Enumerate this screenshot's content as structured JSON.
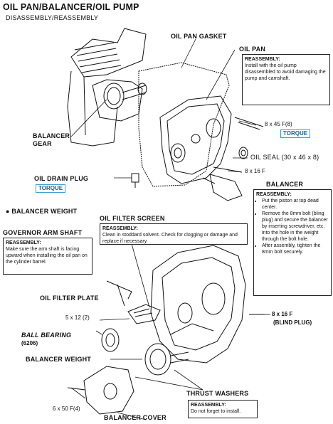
{
  "header": {
    "title": "OIL PAN/BALANCER/OIL PUMP",
    "subtitle": "DISASSEMBLY/REASSEMBLY"
  },
  "labels": {
    "oil_pan_gasket": "OIL PAN GASKET",
    "oil_pan": "OIL PAN",
    "balancer_gear": "BALANCER\nGEAR",
    "bolt_8x45": "8 x 45 F(8)",
    "torque_1": "TORQUE",
    "oil_seal": "OIL SEAL  (30 x 46 x 8)",
    "bolt_8x16": "8 x 16 F",
    "oil_drain_plug": "OIL DRAIN PLUG",
    "torque_2": "TORQUE",
    "balancer": "BALANCER",
    "balancer_weight_bullet": "● BALANCER WEIGHT",
    "oil_filter_screen": "OIL FILTER SCREEN",
    "governor_arm_shaft": "GOVERNOR ARM SHAFT",
    "oil_filter_plate": "OIL FILTER PLATE",
    "bolt_5x12": "5 x 12 (2)",
    "bolt_8x16_blind": "8 x 16 F",
    "blind_plug": "(BLIND PLUG)",
    "ball_bearing": "BALL BEARING",
    "ball_bearing_no": "(6206)",
    "balancer_weight": "BALANCER WEIGHT",
    "thrust_washers": "THRUST WASHERS",
    "bolt_6x50": "6 x 50 F(4)",
    "balancer_cover": "BALANCER COVER"
  },
  "notes": {
    "oil_pan": {
      "heading": "REASSEMBLY:",
      "text": "Install with the oil pump disassembled to avoid damaging the pump and camshaft."
    },
    "balancer": {
      "heading": "REASSEMBLY:",
      "steps": [
        "Put the piston at top dead center.",
        "Remove the 8mm bolt (bling plug) and secure the balancer by inserting screwdriver, etc. into the hole in the weight through the bolt hole.",
        "After assembly, tighten the 8mm bolt securely."
      ]
    },
    "oil_filter_screen": {
      "heading": "REASSEMBLY:",
      "text": "Clean in stoddard solvent. Check for clogging or damage and replace if necessary."
    },
    "governor_arm_shaft": {
      "heading": "REASSEMBLY:",
      "text": "Make sure the arm shaft is facing upward when installing the oil pan on the cylinder barrel."
    },
    "thrust_washers": {
      "heading": "REASSEMBLY:",
      "text": "Do not forget to install."
    }
  },
  "colors": {
    "ink": "#111111",
    "torque_border": "#3aa0c8"
  }
}
